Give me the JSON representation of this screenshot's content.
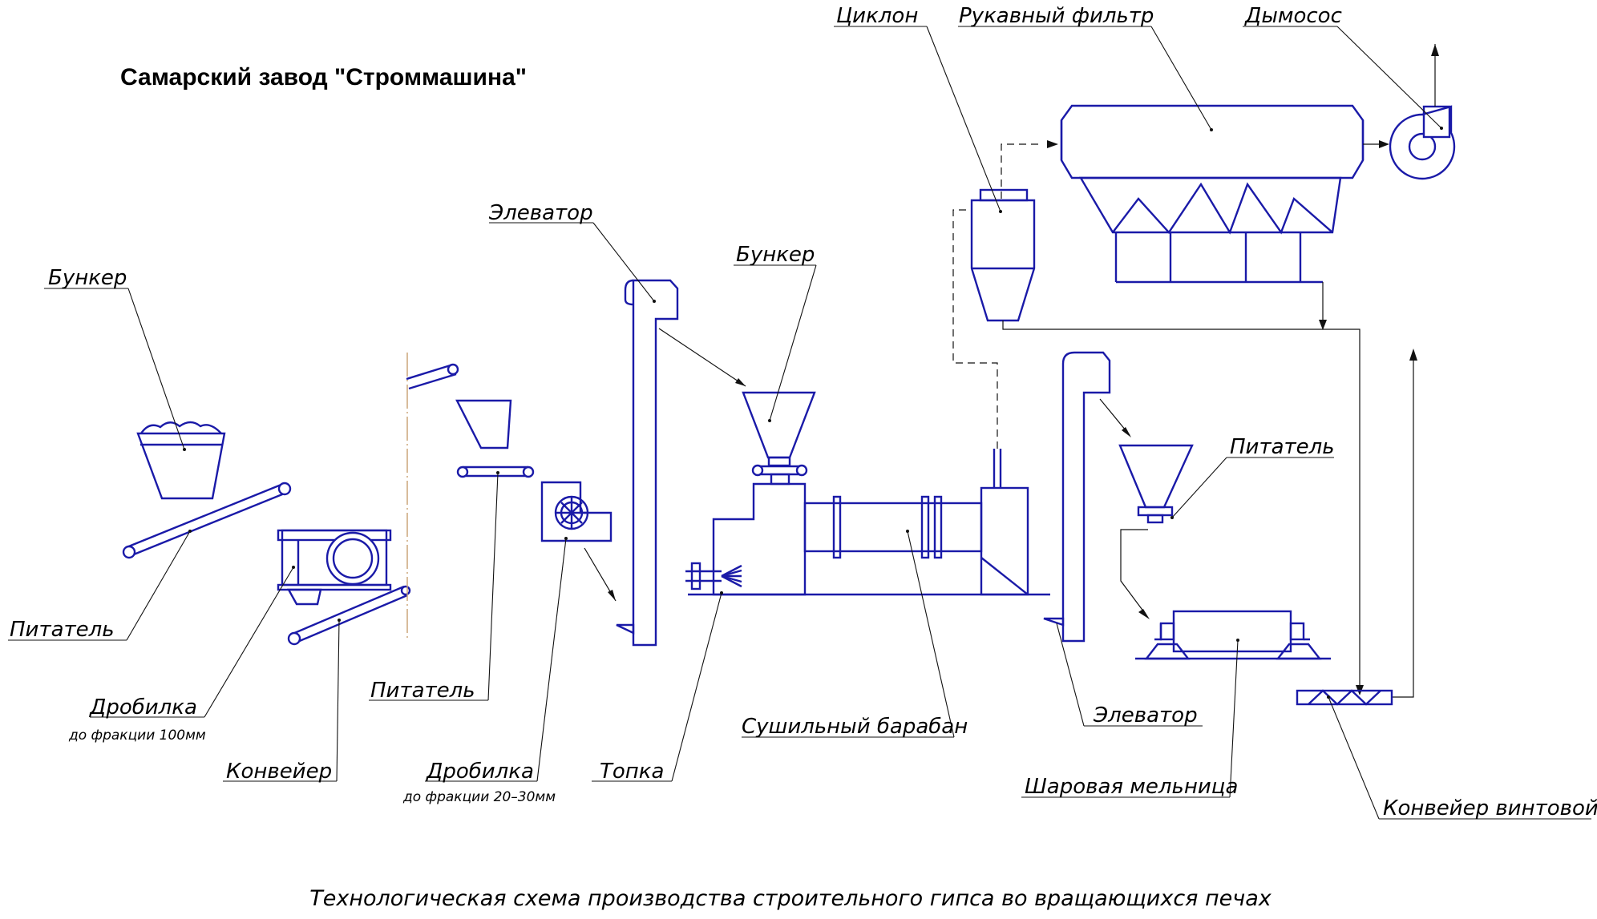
{
  "title": "Самарский завод \"Строммашина\"",
  "caption": "Технологическая схема производства строительного гипса во вращающихся печах",
  "labels": {
    "bunker_1": "Бункер",
    "feeder_1": "Питатель",
    "crusher_1": "Дробилка",
    "crusher_1_note": "до фракции 100мм",
    "conveyor_1": "Конвейер",
    "feeder_2": "Питатель",
    "crusher_2": "Дробилка",
    "crusher_2_note": "до фракции 20–30мм",
    "elevator_1": "Элеватор",
    "bunker_2": "Бункер",
    "furnace": "Топка",
    "drying_drum": "Сушильный барабан",
    "cyclone": "Циклон",
    "bag_filter": "Рукавный фильтр",
    "exhauster": "Дымосос",
    "elevator_2": "Элеватор",
    "feeder_3": "Питатель",
    "ball_mill": "Шаровая мельница",
    "screw_conveyor": "Конвейер винтовой"
  },
  "colors": {
    "equipment": "#1a1aa8",
    "lines": "#111111",
    "accent": "#c8a070"
  }
}
